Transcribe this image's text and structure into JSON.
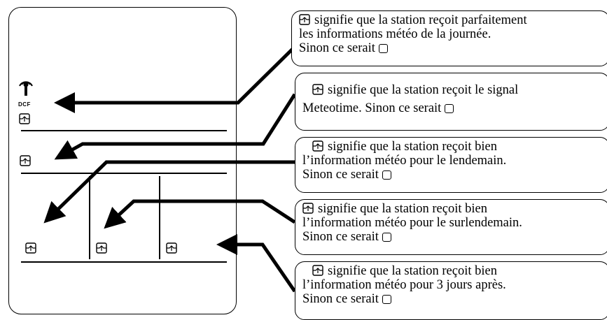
{
  "device": {
    "dcf_label": "DCF"
  },
  "icons": {
    "antenna": "antenna-icon",
    "signal": "signal-reception-icon",
    "empty": "empty-box-icon"
  },
  "callouts": [
    {
      "lines": [
        "signifie que la station reçoit parfaitement",
        "les informations météo de la journée.",
        "Sinon ce serait"
      ]
    },
    {
      "lines": [
        "signifie que la station reçoit le signal",
        "Meteotime. Sinon ce serait"
      ]
    },
    {
      "lines": [
        "signifie que la station reçoit bien",
        "l’information météo pour le lendemain.",
        "Sinon ce serait"
      ]
    },
    {
      "lines": [
        "signifie que la station reçoit bien",
        "l’information météo pour le surlendemain.",
        "Sinon ce serait"
      ]
    },
    {
      "lines": [
        "signifie que la station reçoit bien",
        "l’information météo pour 3 jours après.",
        "Sinon ce serait"
      ]
    }
  ]
}
